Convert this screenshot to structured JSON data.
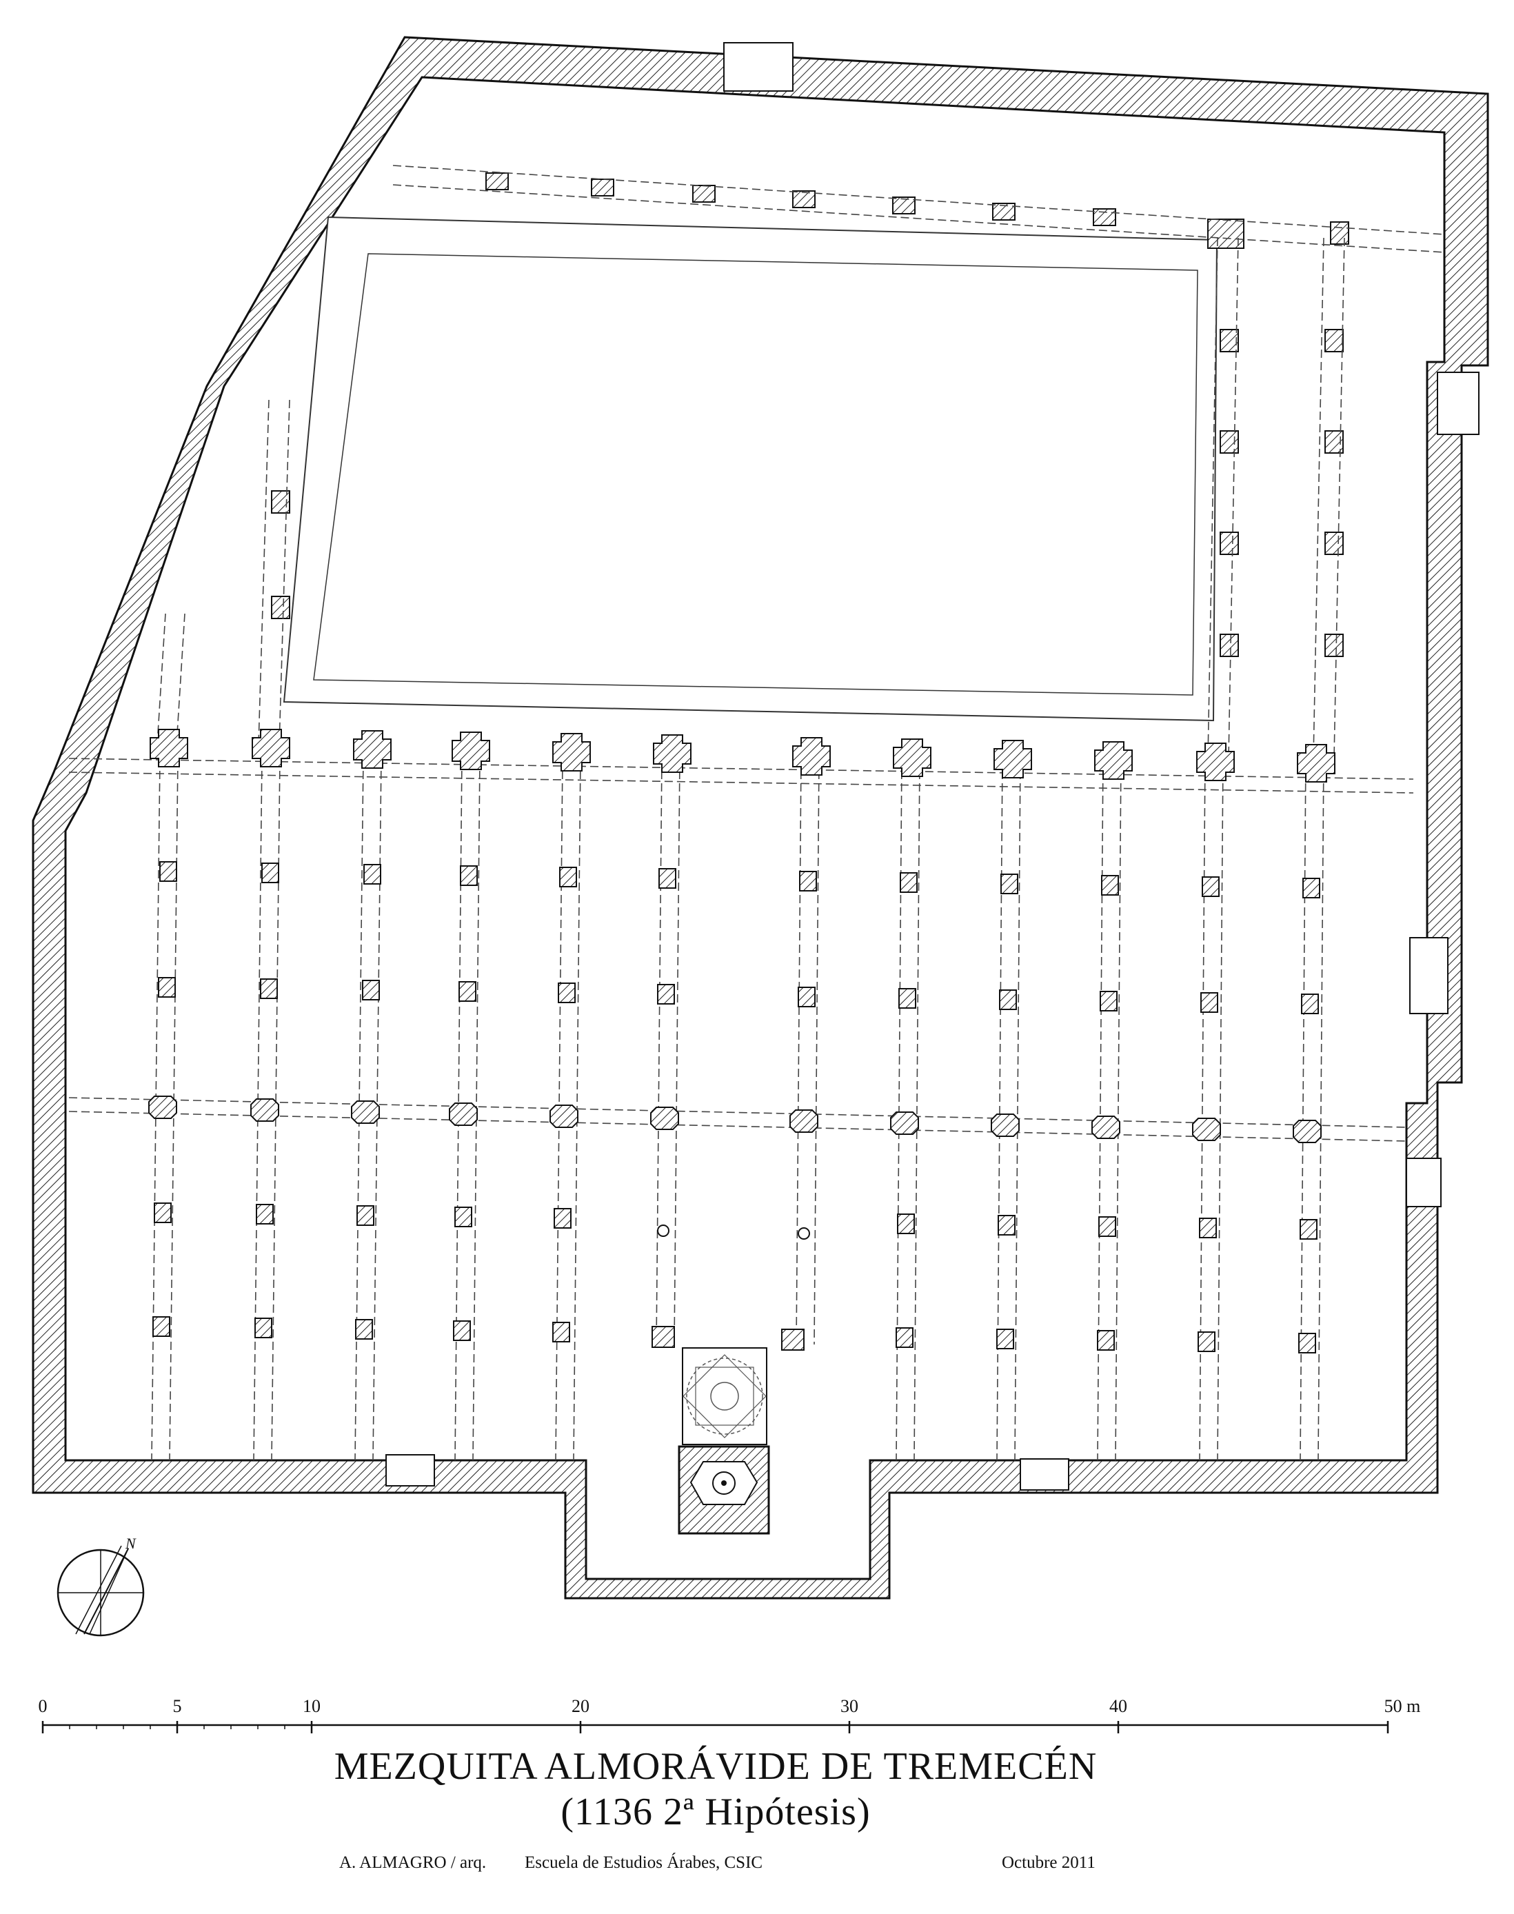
{
  "title": {
    "line1": "MEZQUITA ALMORÁVIDE DE TREMECÉN",
    "line2": "(1136  2ª Hipótesis)"
  },
  "credits": {
    "author": "A. ALMAGRO / arq.",
    "institution": "Escuela de Estudios Árabes, CSIC",
    "date": "Octubre 2011"
  },
  "scale_bar": {
    "ticks": [
      "0",
      "5",
      "10",
      "20",
      "30",
      "40",
      "50 m"
    ]
  },
  "compass": {
    "north_label": "N"
  }
}
